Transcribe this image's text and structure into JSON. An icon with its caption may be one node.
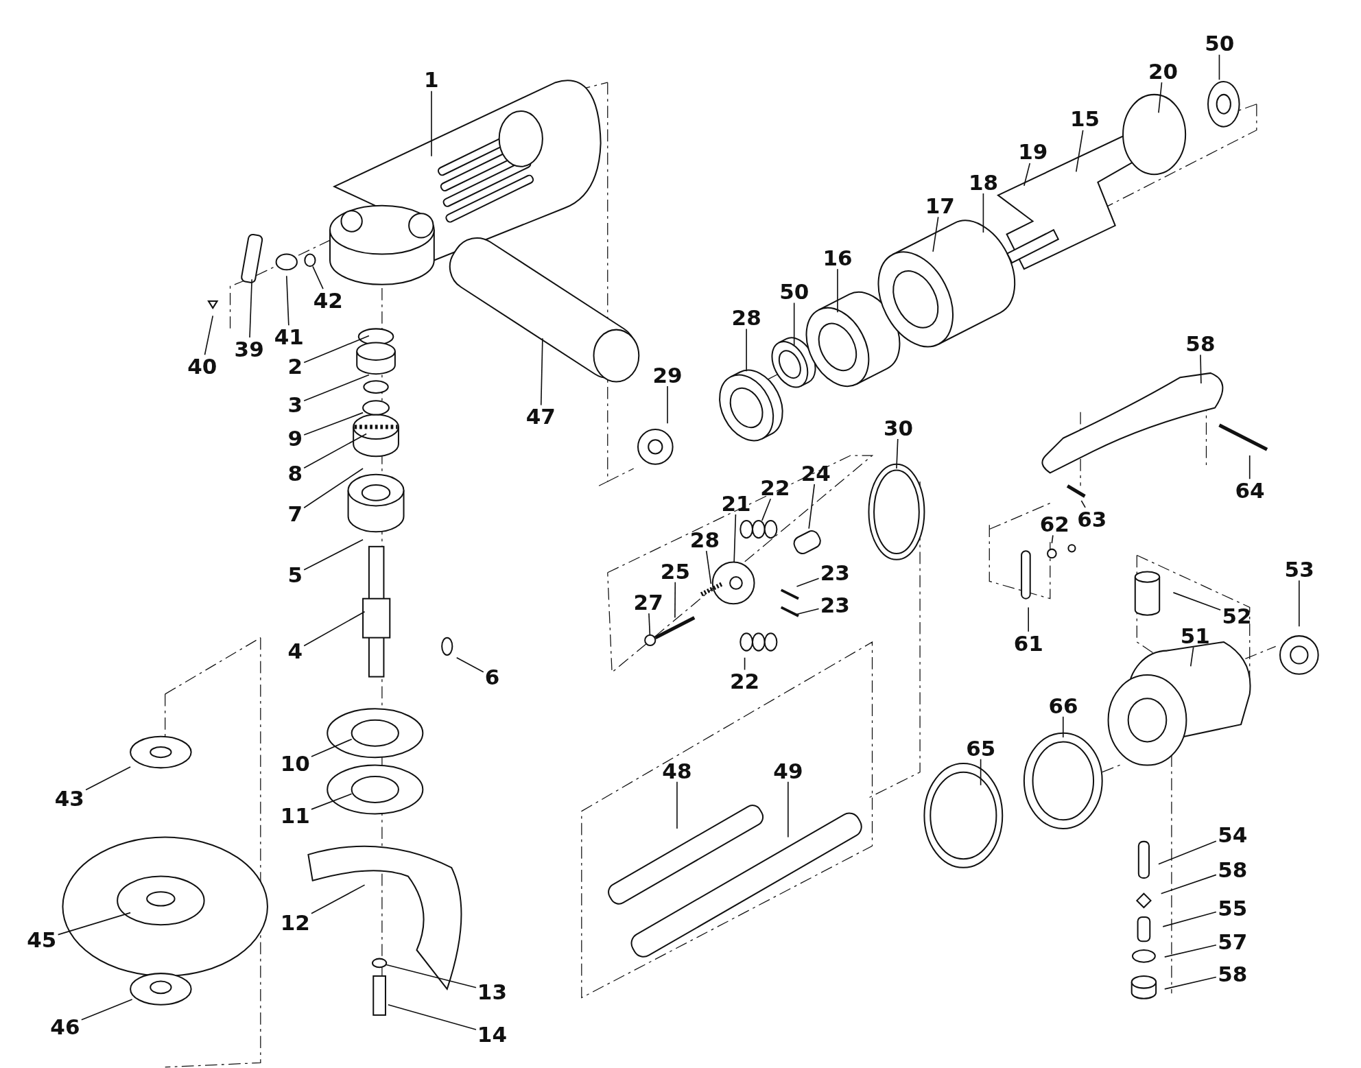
{
  "diagram": {
    "nodes": [
      {
        "text": [
          "1"
        ]
      },
      {
        "text": [
          "2"
        ]
      },
      {
        "text": [
          "3"
        ]
      },
      {
        "text": [
          "9"
        ]
      },
      {
        "text": [
          "8"
        ]
      },
      {
        "text": [
          "7"
        ]
      },
      {
        "text": [
          "5"
        ]
      },
      {
        "text": [
          "4"
        ]
      },
      {
        "text": [
          "6"
        ]
      },
      {
        "text": [
          "10"
        ]
      },
      {
        "text": [
          "11"
        ]
      },
      {
        "text": [
          "12"
        ]
      },
      {
        "text": [
          "13"
        ]
      },
      {
        "text": [
          "14"
        ]
      },
      {
        "text": [
          "40"
        ]
      },
      {
        "text": [
          "39"
        ]
      },
      {
        "text": [
          "41"
        ]
      },
      {
        "text": [
          "42"
        ]
      },
      {
        "text": [
          "47"
        ]
      },
      {
        "text": [
          "43"
        ]
      },
      {
        "text": [
          "45"
        ]
      },
      {
        "text": [
          "46"
        ]
      },
      {
        "text": [
          "28"
        ]
      },
      {
        "text": [
          "50"
        ]
      },
      {
        "text": [
          "16"
        ]
      },
      {
        "text": [
          "17"
        ]
      },
      {
        "text": [
          "18"
        ]
      },
      {
        "text": [
          "19"
        ]
      },
      {
        "text": [
          "15"
        ]
      },
      {
        "text": [
          "20"
        ]
      },
      {
        "text": [
          "50"
        ]
      },
      {
        "text": [
          "29"
        ]
      },
      {
        "text": [
          "30"
        ]
      },
      {
        "text": [
          "21"
        ]
      },
      {
        "text": [
          "22"
        ]
      },
      {
        "text": [
          "24"
        ]
      },
      {
        "text": [
          "28"
        ]
      },
      {
        "text": [
          "25"
        ]
      },
      {
        "text": [
          "27"
        ]
      },
      {
        "text": [
          "23"
        ]
      },
      {
        "text": [
          "23"
        ]
      },
      {
        "text": [
          "22"
        ]
      },
      {
        "text": [
          "48"
        ]
      },
      {
        "text": [
          "49"
        ]
      },
      {
        "text": [
          "58"
        ]
      },
      {
        "text": [
          "64"
        ]
      },
      {
        "text": [
          "62"
        ]
      },
      {
        "text": [
          "63"
        ]
      },
      {
        "text": [
          "61"
        ]
      },
      {
        "text": [
          "52"
        ]
      },
      {
        "text": [
          "53"
        ]
      },
      {
        "text": [
          "51"
        ]
      },
      {
        "text": [
          "66"
        ]
      },
      {
        "text": [
          "65"
        ]
      },
      {
        "text": [
          "54"
        ]
      },
      {
        "text": [
          "58"
        ]
      },
      {
        "text": [
          "55"
        ]
      },
      {
        "text": [
          "57"
        ]
      },
      {
        "text": [
          "58"
        ]
      },
      {
        "text": [],
        "shape": "circle"
      },
      {
        "text": [],
        "shape": "circle"
      },
      {
        "text": [],
        "shape": "circle"
      },
      {
        "text": [],
        "shape": "picture"
      },
      {
        "text": [],
        "shape": "picture"
      },
      {
        "text": [],
        "shape": "box"
      },
      {
        "text": [],
        "shape": "picture"
      },
      {
        "text": [],
        "shape": "picture"
      },
      {
        "text": [],
        "shape": "circle"
      }
    ],
    "edges": [
      {
        "from": 0,
        "to": null,
        "arrow": "none"
      },
      {
        "from": 1,
        "to": null,
        "arrow": "none"
      },
      {
        "from": 2,
        "to": null,
        "arrow": "none"
      },
      {
        "from": 3,
        "to": 59,
        "arrow": "none"
      },
      {
        "from": 4,
        "to": null,
        "arrow": "none"
      },
      {
        "from": 5,
        "to": null,
        "arrow": "none"
      },
      {
        "from": 6,
        "to": null,
        "arrow": "none"
      },
      {
        "from": 7,
        "to": null,
        "arrow": "none"
      },
      {
        "from": 8,
        "to": null,
        "arrow": "none"
      },
      {
        "from": 9,
        "to": null,
        "arrow": "none"
      },
      {
        "from": 10,
        "to": null,
        "arrow": "none"
      },
      {
        "from": 11,
        "to": null,
        "arrow": "none"
      },
      {
        "from": 12,
        "to": 60,
        "arrow": "none"
      },
      {
        "from": 13,
        "to": null,
        "arrow": "none"
      },
      {
        "from": 14,
        "to": null,
        "arrow": "none"
      },
      {
        "from": 15,
        "to": null,
        "arrow": "none"
      },
      {
        "from": 16,
        "to": null,
        "arrow": "none"
      },
      {
        "from": 17,
        "to": 61,
        "arrow": "none"
      },
      {
        "from": 18,
        "to": null,
        "arrow": "none"
      },
      {
        "from": 19,
        "to": null,
        "arrow": "none"
      },
      {
        "from": 20,
        "to": null,
        "arrow": "none"
      },
      {
        "from": 21,
        "to": null,
        "arrow": "none"
      },
      {
        "from": 22,
        "to": null,
        "arrow": "none"
      },
      {
        "from": 23,
        "to": null,
        "arrow": "none"
      },
      {
        "from": 24,
        "to": null,
        "arrow": "none"
      },
      {
        "from": 25,
        "to": null,
        "arrow": "none"
      },
      {
        "from": 26,
        "to": null,
        "arrow": "none"
      },
      {
        "from": 27,
        "to": null,
        "arrow": "none"
      },
      {
        "from": 28,
        "to": null,
        "arrow": "none"
      },
      {
        "from": 29,
        "to": null,
        "arrow": "none"
      },
      {
        "from": 30,
        "to": null,
        "arrow": "none"
      },
      {
        "from": 31,
        "to": null,
        "arrow": "none"
      },
      {
        "from": 32,
        "to": null,
        "arrow": "none"
      },
      {
        "from": 33,
        "to": 62,
        "arrow": "none"
      },
      {
        "from": 34,
        "to": 63,
        "arrow": "none"
      },
      {
        "from": 35,
        "to": 64,
        "arrow": "none"
      },
      {
        "from": 36,
        "to": 65,
        "arrow": "none"
      },
      {
        "from": 37,
        "to": 66,
        "arrow": "none"
      },
      {
        "from": 38,
        "to": 67,
        "arrow": "none"
      },
      {
        "from": 39,
        "to": null,
        "arrow": "none"
      },
      {
        "from": 40,
        "to": null,
        "arrow": "none"
      },
      {
        "from": 41,
        "to": null,
        "arrow": "none"
      },
      {
        "from": 42,
        "to": null,
        "arrow": "none"
      },
      {
        "from": 43,
        "to": null,
        "arrow": "none"
      },
      {
        "from": 44,
        "to": null,
        "arrow": "none"
      },
      {
        "from": 45,
        "to": null,
        "arrow": "none"
      },
      {
        "from": 46,
        "to": null,
        "arrow": "none"
      },
      {
        "from": 47,
        "to": null,
        "arrow": "none"
      },
      {
        "from": 48,
        "to": null,
        "arrow": "none"
      },
      {
        "from": 49,
        "to": null,
        "arrow": "none"
      },
      {
        "from": 50,
        "to": null,
        "arrow": "none"
      },
      {
        "from": 51,
        "to": null,
        "arrow": "none"
      },
      {
        "from": 52,
        "to": null,
        "arrow": "none"
      },
      {
        "from": 53,
        "to": null,
        "arrow": "none"
      },
      {
        "from": 54,
        "to": null,
        "arrow": "none"
      },
      {
        "from": 55,
        "to": null,
        "arrow": "none"
      },
      {
        "from": 56,
        "to": null,
        "arrow": "none"
      },
      {
        "from": 57,
        "to": null,
        "arrow": "none"
      },
      {
        "from": 58,
        "to": null,
        "arrow": "none"
      }
    ]
  }
}
